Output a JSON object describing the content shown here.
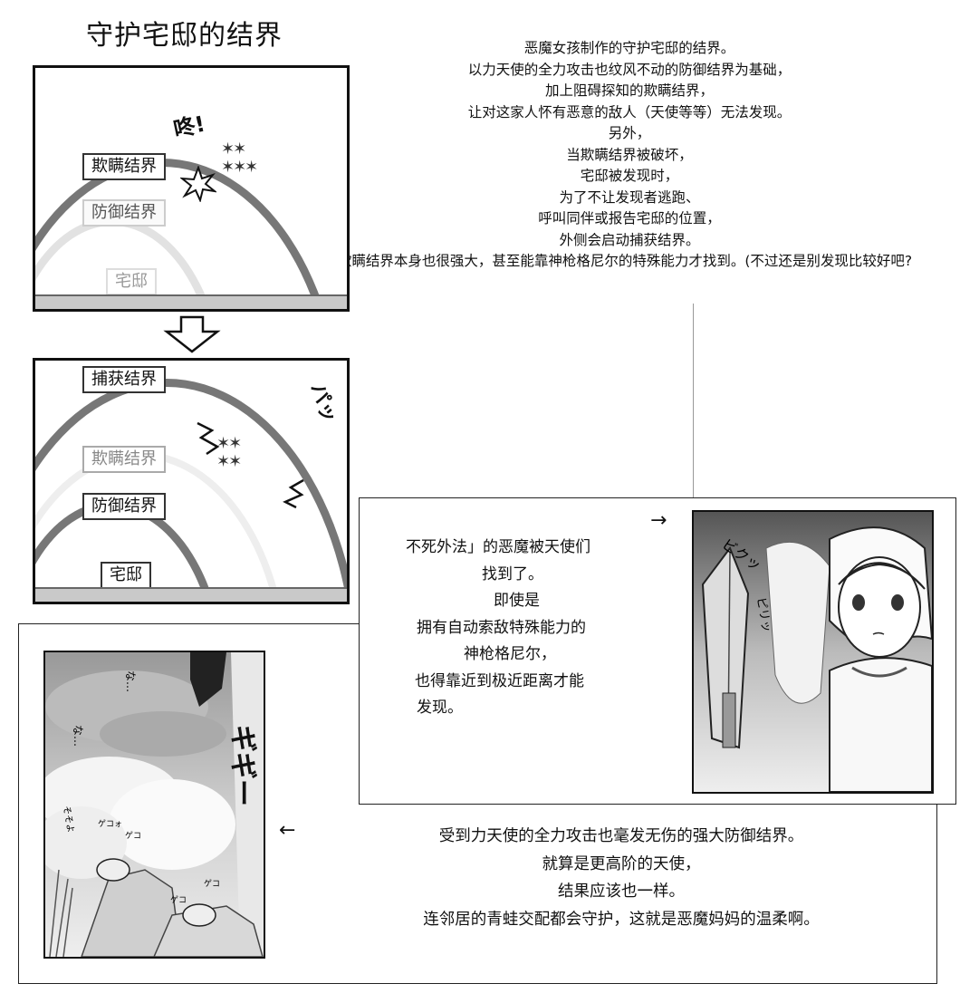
{
  "title": "守护宅邸的结界",
  "intro_lines": [
    "恶魔女孩制作的守护宅邸的结界。",
    "以力天使的全力攻击也纹风不动的防御结界为基础，",
    "加上阻碍探知的欺瞒结界，",
    "让对这家人怀有恶意的敌人（天使等等）无法发现。",
    "另外，",
    "当欺瞒结界被破坏，",
    "宅邸被发现时，",
    "为了不让发现者逃跑、",
    "呼叫同伴或报告宅邸的位置，",
    "外侧会启动捕获结界。",
    "欺瞒结界本身也很强大，甚至能靠神枪格尼尔的特殊能力才找到。(不过还是别发现比较好吧?"
  ],
  "panel1": {
    "sfx": "咚!",
    "label_deception": "欺瞒结界",
    "label_defense": "防御结界",
    "label_house": "宅邸"
  },
  "panel2": {
    "label_capture": "捕获结界",
    "label_deception": "欺瞒结界",
    "label_defense": "防御结界",
    "label_house": "宅邸",
    "sfx": "パッ"
  },
  "arrow_right": "→",
  "arrow_left": "←",
  "mid_text_lines": [
    "不死外法」的恶魔被天使们",
    "找到了。",
    "即使是",
    "拥有自动索敌特殊能力的",
    "神枪格尼尔，",
    "也得靠近到极近距离才能",
    "发现。"
  ],
  "bottom_text_lines": [
    "受到力天使的全力攻击也毫发无伤的强大防御结界。",
    "就算是更高阶的天使，",
    "结果应该也一样。",
    "连邻居的青蛙交配都会守护，这就是恶魔妈妈的温柔啊。"
  ],
  "manga1": {
    "sfx_1": "ビクッ",
    "sfx_2": "ピリッ"
  },
  "manga2": {
    "bubble_1": "な…",
    "bubble_2": "な…",
    "sfx_big": "ギギー",
    "frog_1": "ゲコォ",
    "frog_2": "ゲコ",
    "frog_3": "ゲコ",
    "frog_4": "ゲコ",
    "sfx_side": "そそよ"
  }
}
